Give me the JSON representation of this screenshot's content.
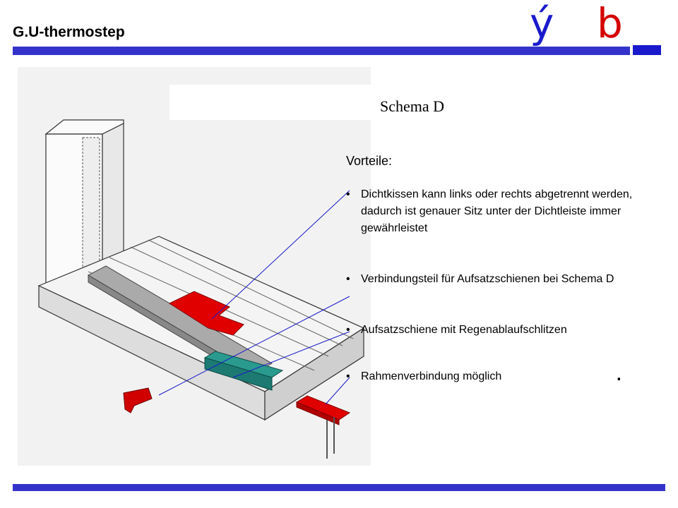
{
  "header": {
    "title": "G.U-thermostep",
    "logo_left": "ý",
    "logo_right": "b"
  },
  "figure": {
    "caption": "Schema D"
  },
  "content": {
    "heading": "Vorteile:",
    "bullets": [
      {
        "marker": "•",
        "text": "Dichtkissen kann links oder rechts abgetrennt werden, dadurch ist genauer Sitz unter der Dichtleiste immer gewährleistet"
      },
      {
        "marker": "•",
        "text": "Verbindungsteil für Aufsatzschienen bei Schema D"
      },
      {
        "marker": "•",
        "text": "Aufsatzschiene mit Regenablaufschlitzen"
      },
      {
        "marker": "•",
        "text": "Rahmenverbindung möglich"
      }
    ],
    "trailing_mark": "."
  },
  "colors": {
    "accent_blue": "#3333cc",
    "seal_red": "#e00000",
    "rail_teal": "#1c7a72",
    "logo_red": "#d40000"
  }
}
